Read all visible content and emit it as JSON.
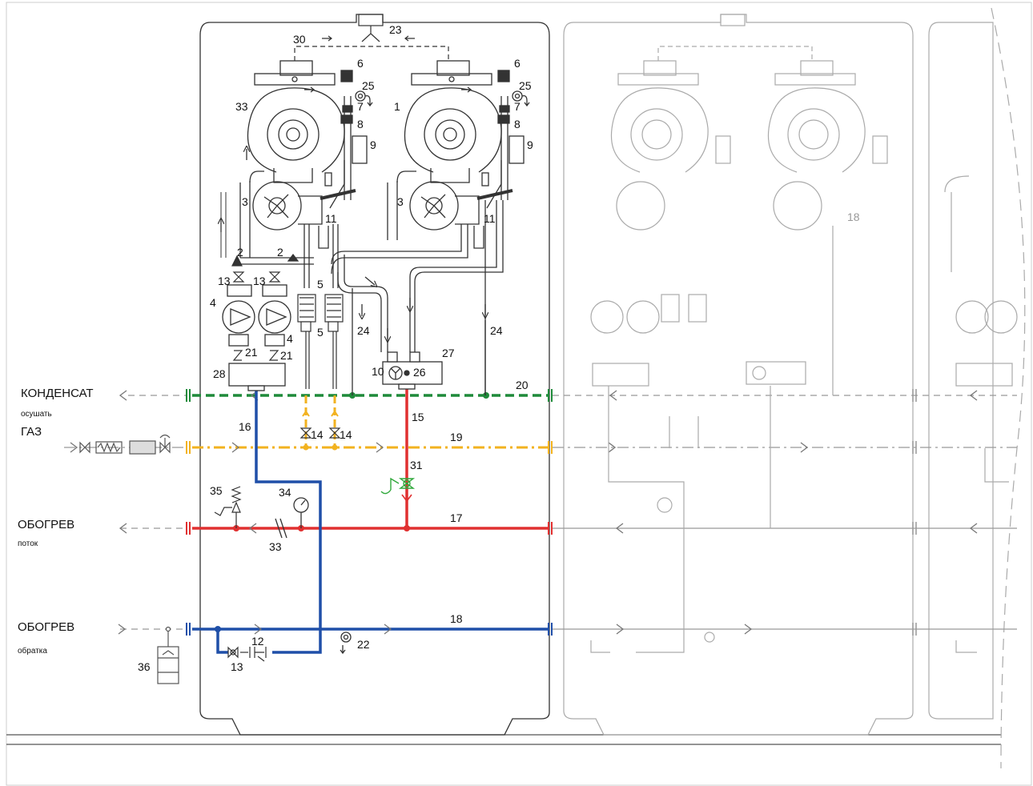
{
  "side_labels": {
    "condensate": "КОНДЕНСАТ",
    "condensate_sub": "осушать",
    "gas": "ГАЗ",
    "flow": "ОБОГРЕВ",
    "flow_sub": "поток",
    "return": "ОБОГРЕВ",
    "return_sub": "обратка"
  },
  "callouts": {
    "n1": "1",
    "n2a": "2",
    "n2b": "2",
    "n3a": "3",
    "n3b": "3",
    "n4a": "4",
    "n4b": "4",
    "n5a": "5",
    "n5b": "5",
    "n6a": "6",
    "n6b": "6",
    "n7a": "7",
    "n7b": "7",
    "n8a": "8",
    "n8b": "8",
    "n9a": "9",
    "n9b": "9",
    "n10": "10",
    "n11a": "11",
    "n11b": "11",
    "n12": "12",
    "n13a": "13",
    "n13b": "13",
    "n13c": "13",
    "n14a": "14",
    "n14b": "14",
    "n15": "15",
    "n16": "16",
    "n17": "17",
    "n18": "18",
    "n18g": "18",
    "n19": "19",
    "n20": "20",
    "n21a": "21",
    "n21b": "21",
    "n22": "22",
    "n23": "23",
    "n24a": "24",
    "n24b": "24",
    "n25a": "25",
    "n25b": "25",
    "n26": "26",
    "n27": "27",
    "n28": "28",
    "n30": "30",
    "n31": "31",
    "n33a": "33",
    "n33b": "33",
    "n34": "34",
    "n35": "35",
    "n36": "36"
  },
  "colors": {
    "condensate": "#1f8a3a",
    "gas": "#f2b21f",
    "flow": "#e03030",
    "return": "#1f4fa8",
    "safety": "#2fa83a",
    "outline": "#333333",
    "ghost": "#9a9a9a"
  },
  "icons": [
    "pump-icon",
    "heat-exchanger-icon",
    "fan-icon",
    "gas-valve-icon",
    "pressure-gauge-icon",
    "safety-valve-icon",
    "ball-valve-icon",
    "filter-icon",
    "neutralizer-icon",
    "expansion-tank-icon"
  ]
}
